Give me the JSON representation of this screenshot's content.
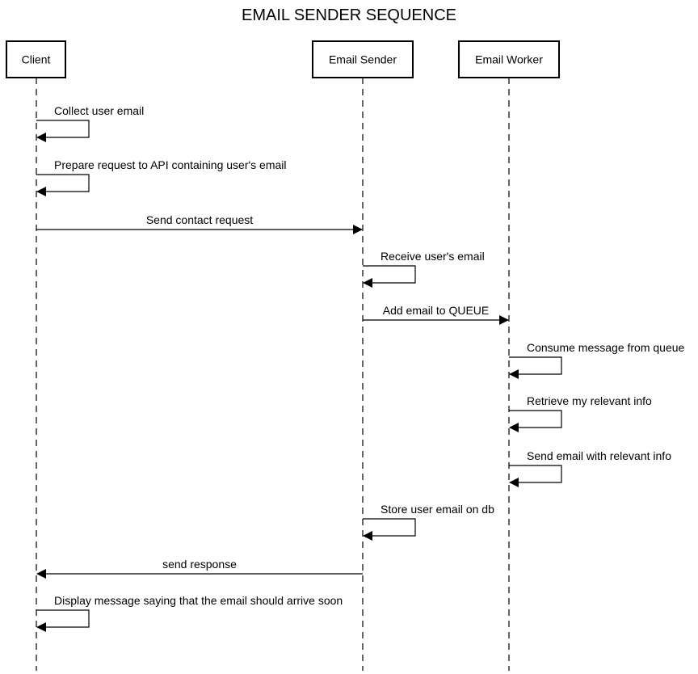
{
  "diagram": {
    "title": "EMAIL SENDER SEQUENCE",
    "participants": [
      {
        "id": "client",
        "label": "Client"
      },
      {
        "id": "sender",
        "label": "Email Sender"
      },
      {
        "id": "worker",
        "label": "Email Worker"
      }
    ],
    "messages": [
      {
        "from": "client",
        "to": "client",
        "label": "Collect user email"
      },
      {
        "from": "client",
        "to": "client",
        "label": "Prepare request to API containing user's email"
      },
      {
        "from": "client",
        "to": "sender",
        "label": "Send contact request"
      },
      {
        "from": "sender",
        "to": "sender",
        "label": "Receive user's email"
      },
      {
        "from": "sender",
        "to": "worker",
        "label": "Add email to QUEUE"
      },
      {
        "from": "worker",
        "to": "worker",
        "label": "Consume message from queue"
      },
      {
        "from": "worker",
        "to": "worker",
        "label": "Retrieve my relevant info"
      },
      {
        "from": "worker",
        "to": "worker",
        "label": "Send email with relevant info"
      },
      {
        "from": "sender",
        "to": "sender",
        "label": "Store user email on db"
      },
      {
        "from": "sender",
        "to": "client",
        "label": "send response"
      },
      {
        "from": "client",
        "to": "client",
        "label": "Display message saying that the email should arrive soon"
      }
    ]
  }
}
